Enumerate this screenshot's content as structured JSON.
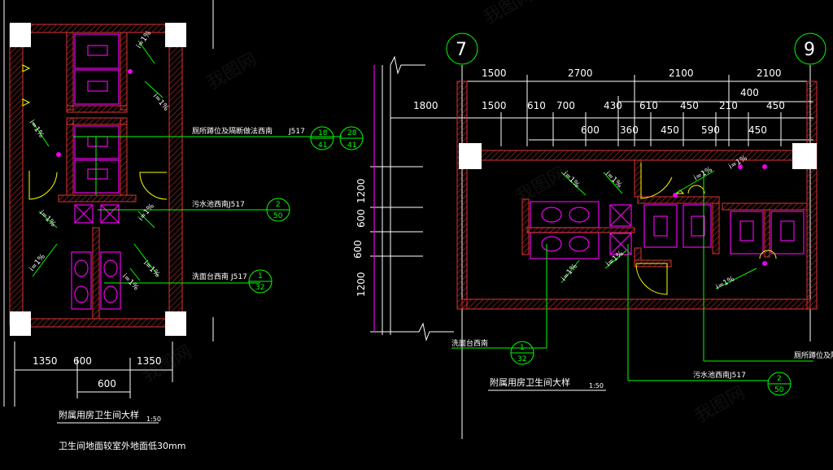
{
  "colors": {
    "background": "#000000",
    "wall": "#dd3333",
    "fixture": "#ee00ee",
    "annotation": "#00ff00",
    "dimension": "#ffffff",
    "door": "#ffff00"
  },
  "left_plan": {
    "callouts": [
      {
        "label": "厕所蹲位及隔断做法西南",
        "ref": "J517",
        "tag_top": "18",
        "tag_bottom": "41",
        "tag2_top": "28",
        "tag2_bottom": "41"
      },
      {
        "label": "污水池西南J517",
        "tag_top": "2",
        "tag_bottom": "50"
      },
      {
        "label": "洗面台西南",
        "ref": "J517",
        "tag_top": "1",
        "tag_bottom": "32"
      }
    ],
    "dims_bottom": [
      "1350",
      "600",
      "1350"
    ],
    "dim_total": "600",
    "slope_labels": [
      "i=1%",
      "i=1%",
      "i=1%",
      "i=1%",
      "i=1%",
      "i=1%",
      "i=1%",
      "i=1%"
    ],
    "title": "附属用房卫生间大样",
    "scale": "1:50",
    "note": "卫生间地面较室外地面低30mm"
  },
  "right_plan": {
    "grid_left": "7",
    "grid_right": "9",
    "dims_row1": [
      "1500",
      "2700",
      "2100",
      "2100"
    ],
    "dims_row2": [
      "400"
    ],
    "dims_row3": [
      "1800",
      "1500",
      "610",
      "700",
      "430",
      "610",
      "450",
      "210",
      "450"
    ],
    "dims_row4": [
      "600",
      "360",
      "450",
      "590",
      "450"
    ],
    "dims_vertical": [
      "1200",
      "600",
      "600",
      "1200"
    ],
    "slope_labels": [
      "i=1%",
      "i=1%",
      "i=1%",
      "i=1%",
      "i=1%",
      "i=1%",
      "i=1%"
    ],
    "callouts": [
      {
        "label": "洗面台西南",
        "tag_top": "1",
        "tag_bottom": "32"
      },
      {
        "label": "污水池西南J517",
        "tag_top": "2",
        "tag_bottom": "50"
      },
      {
        "label": "厕所蹲位及隔"
      }
    ],
    "title": "附属用房卫生间大样",
    "scale": "1:50"
  }
}
